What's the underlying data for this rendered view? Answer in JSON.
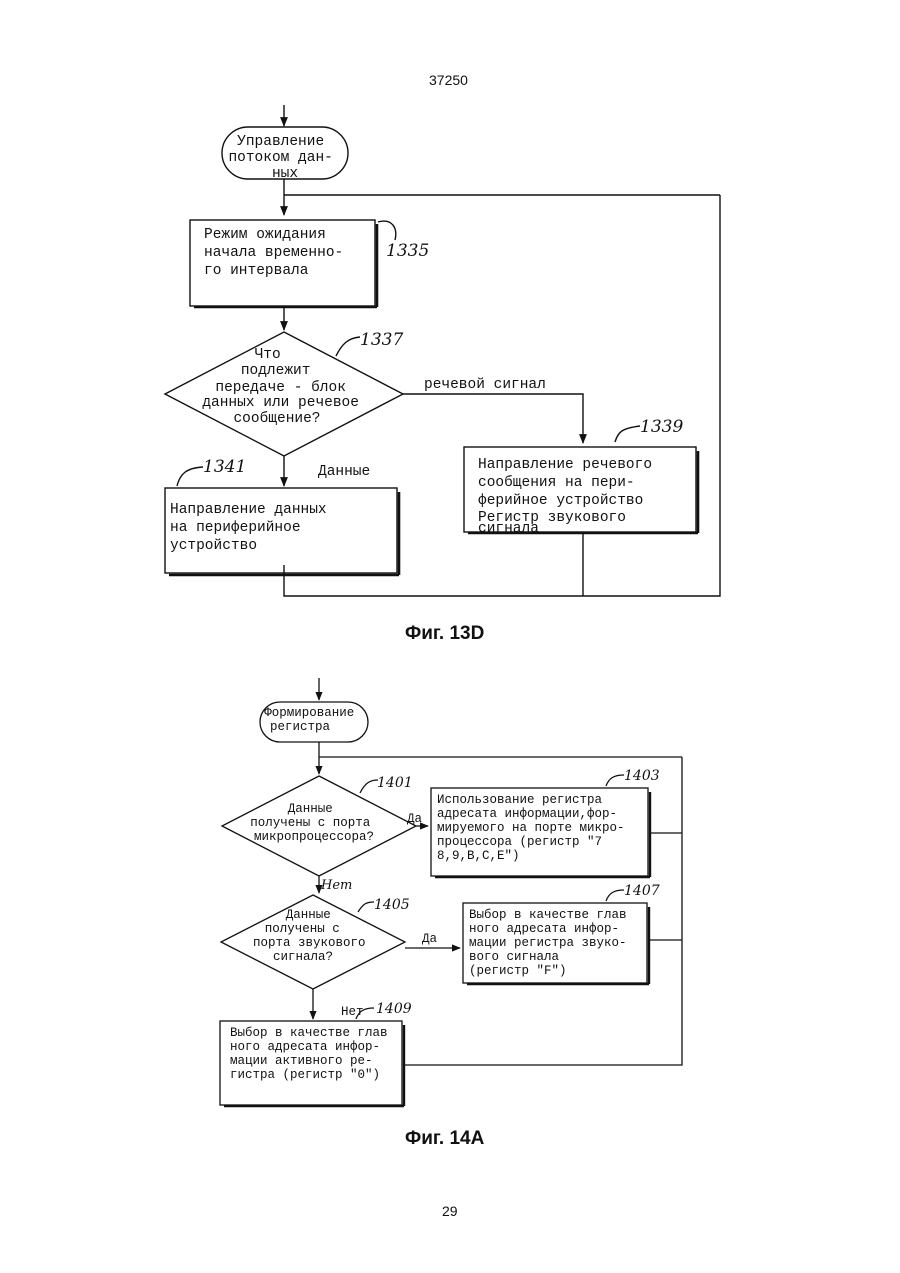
{
  "header": {
    "doc_number": "37250"
  },
  "footer": {
    "page_number": "29"
  },
  "fig13d": {
    "caption": "Фиг. 13D",
    "start": [
      "Управление",
      "потоком дан-",
      "ных"
    ],
    "b1335": {
      "id": "1335",
      "lines": [
        "Режим ожидания",
        "начала временно-",
        "го интервала"
      ]
    },
    "d1337": {
      "id": "1337",
      "lines": [
        "Что",
        "подлежит",
        "передаче - блок",
        "данных или речевое",
        "сообщение?"
      ]
    },
    "speech_label": "речевой сигнал",
    "data_label": "Данные",
    "b1339": {
      "id": "1339",
      "lines": [
        "Направление речевого",
        "сообщения на пери-",
        "ферийное устройство",
        "Регистр звукового",
        "сигнала"
      ]
    },
    "b1341": {
      "id": "1341",
      "lines": [
        "Направление данных",
        "на периферийное",
        "устройство"
      ]
    }
  },
  "fig14a": {
    "caption": "Фиг. 14А",
    "start": [
      "Формирование",
      "регистра"
    ],
    "d1401": {
      "id": "1401",
      "lines": [
        "Данные",
        "получены с порта",
        "микропроцессора?"
      ]
    },
    "yes1": "Да",
    "b1403": {
      "id": "1403",
      "lines": [
        "Использование регистра",
        "адресата информации,фор-",
        "мируемого на порте микро-",
        "процессора (регистр \"7",
        "8,9,B,C,E\")"
      ]
    },
    "no1": "Нет",
    "d1405": {
      "id": "1405",
      "lines": [
        "Данные",
        "получены с",
        "порта звукового",
        "сигнала?"
      ]
    },
    "yes2": "Да",
    "b1407": {
      "id": "1407",
      "lines": [
        "Выбор в качестве глав",
        "ного адресата инфор-",
        "мации регистра звуко-",
        "вого сигнала",
        "(регистр \"F\")"
      ]
    },
    "no2": "Нет",
    "b1409": {
      "id": "1409",
      "lines": [
        "Выбор в качестве глав",
        "ного адресата инфор-",
        "мации активного ре-",
        "гистра (регистр \"0\")"
      ]
    }
  },
  "colors": {
    "ink": "#111111",
    "paper": "#ffffff"
  }
}
